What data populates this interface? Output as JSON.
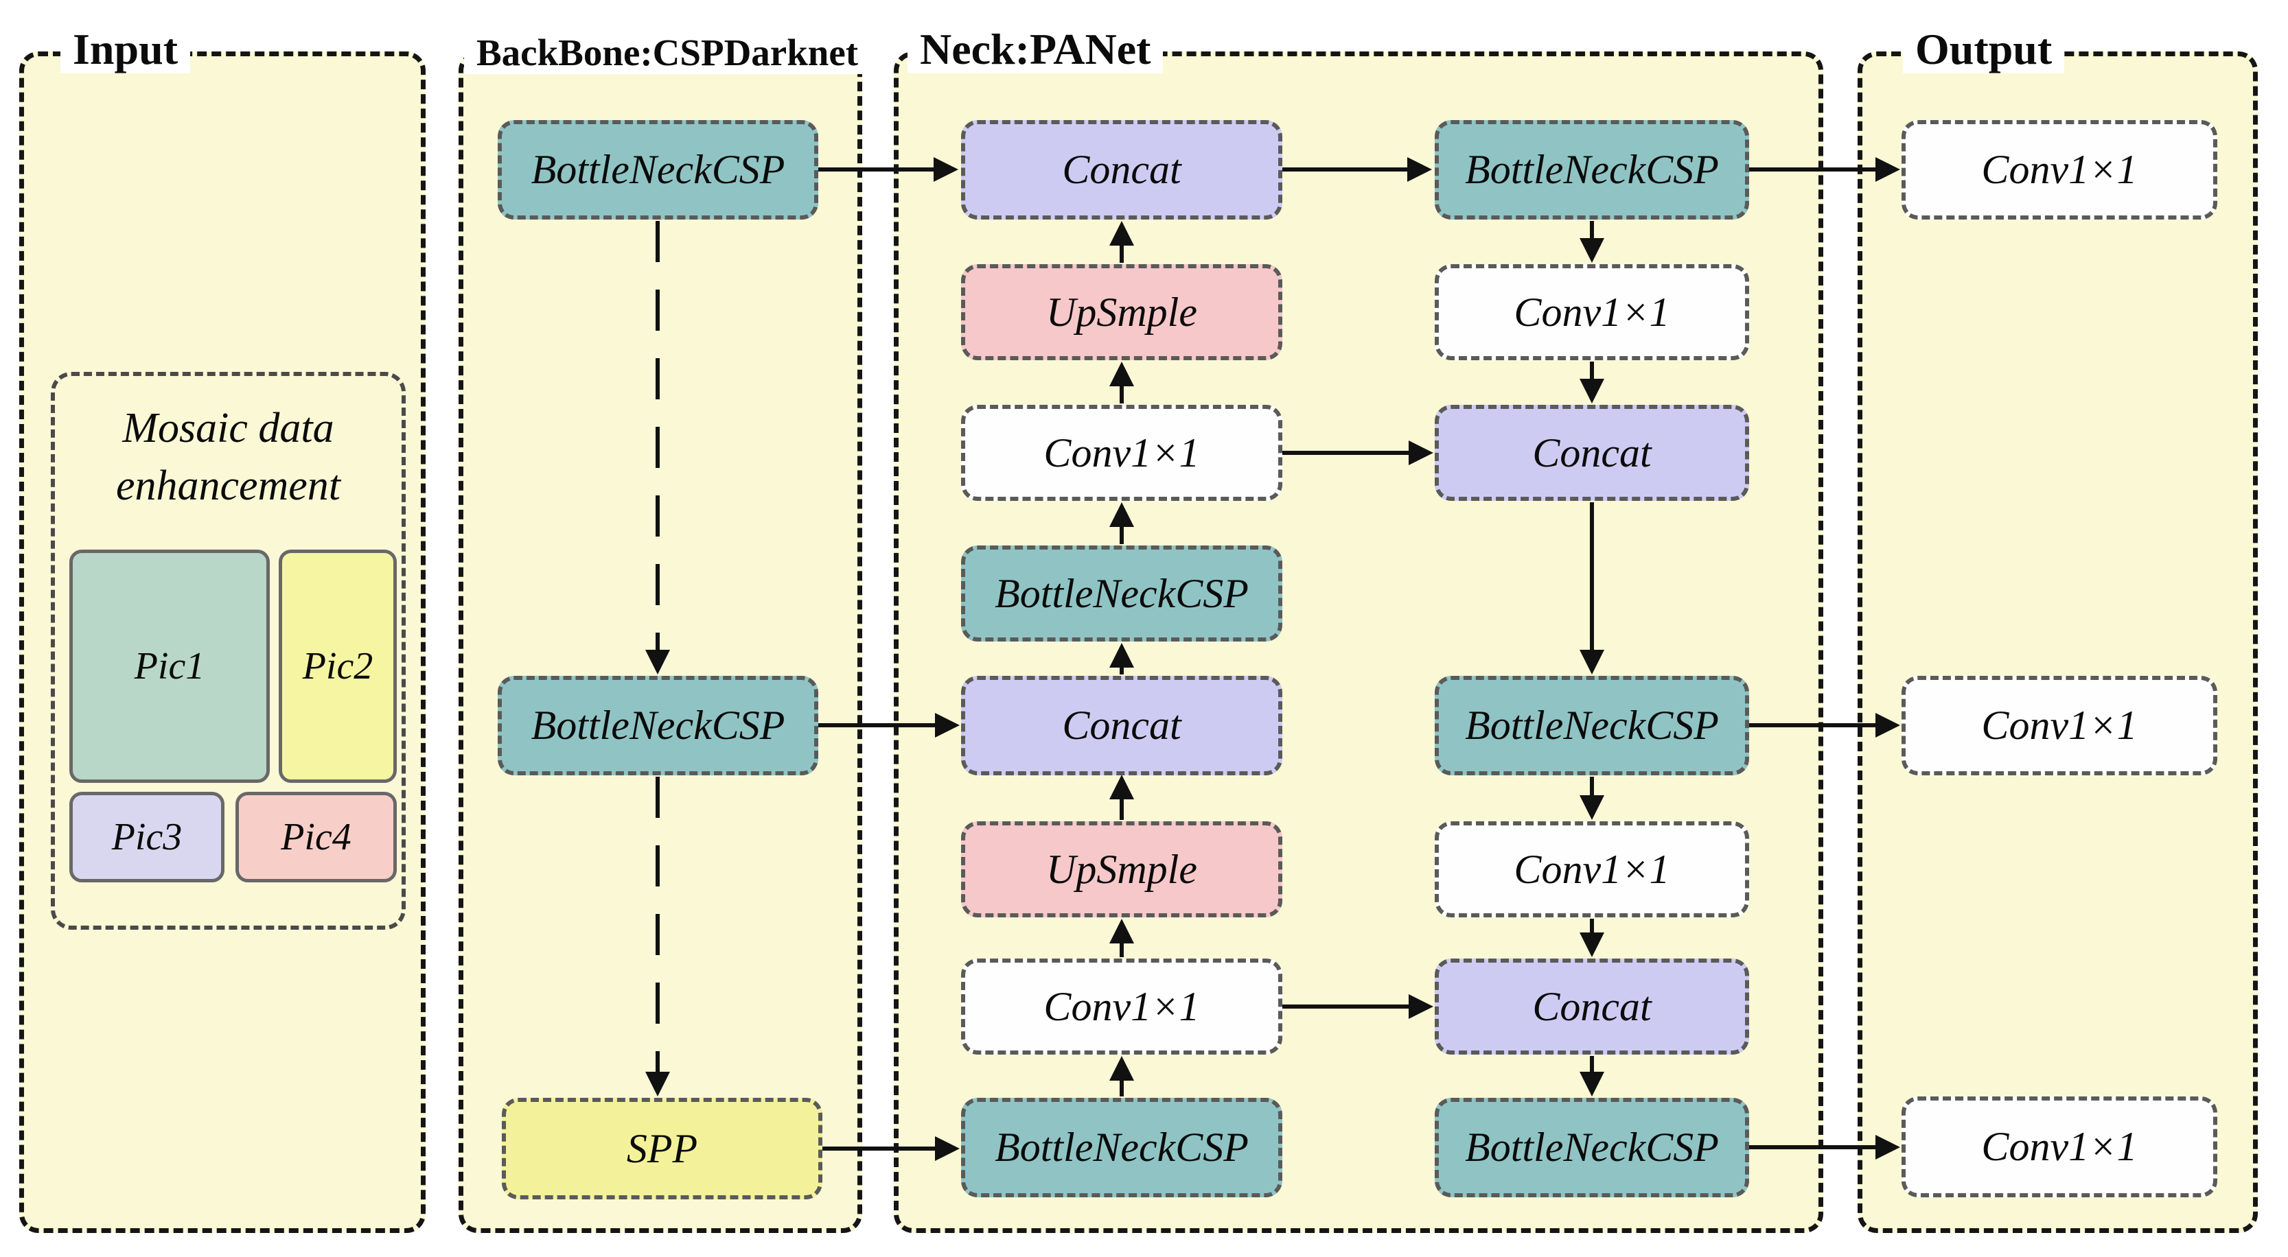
{
  "panels": {
    "input": {
      "title": "Input"
    },
    "backbone": {
      "title": "BackBone:CSPDarknet"
    },
    "neck": {
      "title": "Neck:PANet"
    },
    "output": {
      "title": "Output"
    }
  },
  "mosaic": {
    "caption_line1": "Mosaic data",
    "caption_line2": "enhancement",
    "pic1": "Pic1",
    "pic2": "Pic2",
    "pic3": "Pic3",
    "pic4": "Pic4"
  },
  "backbone_nodes": {
    "bottleneck_top": "BottleNeckCSP",
    "bottleneck_mid": "BottleNeckCSP",
    "spp": "SPP"
  },
  "neck_nodes": {
    "concat_top": "Concat",
    "upsample_top": "UpSmple",
    "conv_mid_top": "Conv1×1",
    "bottleneck_mid": "BottleNeckCSP",
    "concat_mid": "Concat",
    "upsample_bottom": "UpSmple",
    "conv_mid_bottom": "Conv1×1",
    "bottleneck_bottom_left": "BottleNeckCSP",
    "bottleneck_right_top": "BottleNeckCSP",
    "conv_right_top": "Conv1×1",
    "concat_right_top": "Concat",
    "bottleneck_right_mid": "BottleNeckCSP",
    "conv_right_bottom": "Conv1×1",
    "concat_right_bottom": "Concat",
    "bottleneck_right_bottom": "BottleNeckCSP"
  },
  "output_nodes": {
    "conv_top": "Conv1×1",
    "conv_mid": "Conv1×1",
    "conv_bottom": "Conv1×1"
  },
  "colors": {
    "panel_bg": "#faf8d5",
    "teal_block": "#90c4c4",
    "lavender_block": "#cecbf3",
    "pink_block": "#f6c8c9",
    "spp_yellow_block": "#f3f29b",
    "white_block": "#fefefe",
    "pic1_green": "#b9d7c8",
    "pic2_yellow": "#f6f5a2",
    "pic3_lavender": "#d9d7f0",
    "pic4_pink": "#f8cfc8",
    "arrow": "#111111"
  }
}
